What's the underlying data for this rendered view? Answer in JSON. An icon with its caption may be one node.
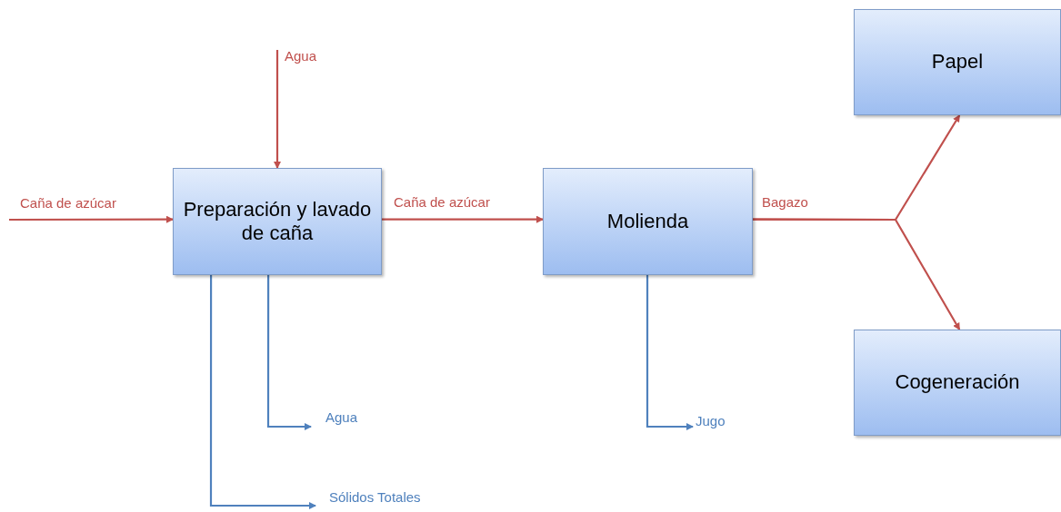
{
  "diagram": {
    "nodes": [
      {
        "text": [
          "Preparación y lavado de caña"
        ]
      },
      {
        "text": [
          "Molienda"
        ]
      },
      {
        "text": [
          "Papel"
        ]
      },
      {
        "text": [
          "Cogeneración"
        ]
      }
    ],
    "edges": [
      {
        "from": null,
        "to": 0,
        "arrow": "to",
        "label": "Caña de azúcar"
      },
      {
        "from": null,
        "to": 0,
        "arrow": "to",
        "label": "Agua"
      },
      {
        "from": 0,
        "to": 1,
        "arrow": "to",
        "label": "Caña de azúcar"
      },
      {
        "from": 1,
        "to": 2,
        "arrow": "to",
        "label": "Bagazo"
      },
      {
        "from": 1,
        "to": 3,
        "arrow": "to"
      },
      {
        "from": 0,
        "to": null,
        "arrow": "to",
        "label": "Agua",
        "color": "#4f81bd"
      },
      {
        "from": 0,
        "to": null,
        "arrow": "to",
        "label": "Sólidos Totales",
        "color": "#4f81bd"
      },
      {
        "from": 1,
        "to": null,
        "arrow": "to",
        "label": "Jugo",
        "color": "#4f81bd"
      }
    ]
  }
}
